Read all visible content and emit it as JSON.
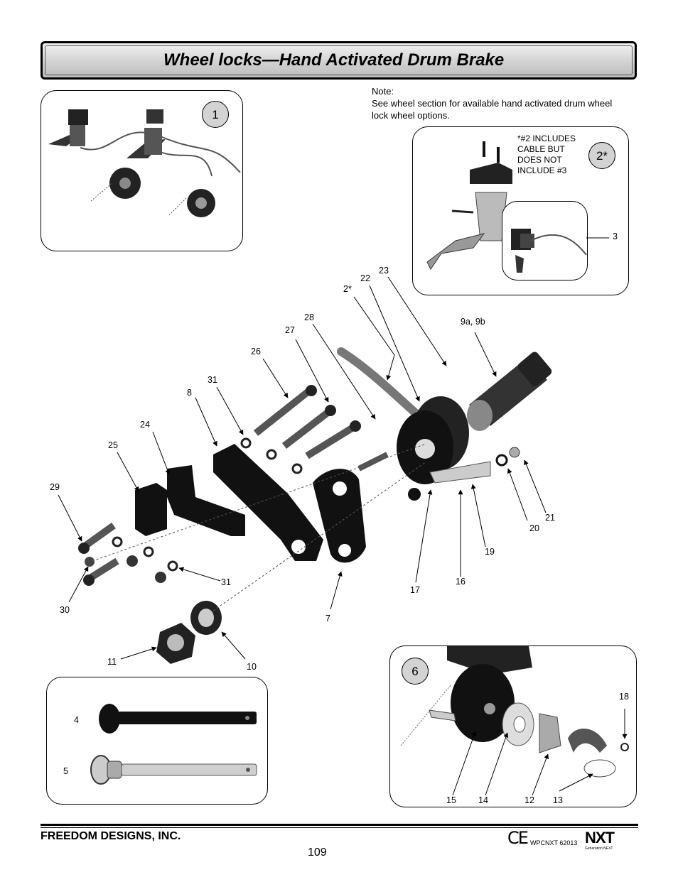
{
  "title": "Wheel locks—Hand Activated Drum Brake",
  "note": {
    "heading": "Note:",
    "body": "See wheel section for available hand activated  drum wheel lock wheel options."
  },
  "panels": {
    "p1_badge": "1",
    "p2_badge": "2*",
    "p2_note": "*#2 INCLUDES CABLE BUT DOES NOT INCLUDE #3",
    "p2_callout": "3",
    "p6_badge": "6",
    "p6_callouts": [
      "18",
      "15",
      "14",
      "12",
      "13"
    ],
    "axle_callouts": [
      "4",
      "5"
    ]
  },
  "callouts": {
    "c23": "23",
    "c22": "22",
    "c2s": "2*",
    "c28": "28",
    "c27": "27",
    "c26": "26",
    "c31a": "31",
    "c8": "8",
    "c24": "24",
    "c25": "25",
    "c29": "29",
    "c9": "9a, 9b",
    "c21": "21",
    "c20": "20",
    "c19": "19",
    "c16": "16",
    "c17": "17",
    "c31b": "31",
    "c30": "30",
    "c7": "7",
    "c11": "11",
    "c10": "10"
  },
  "footer": {
    "company": "FREEDOM DESIGNS, INC.",
    "page": "109",
    "ce": "CE",
    "code": "WPCNXT 62013",
    "logo": "NXT",
    "logo_sub": "Generation NEXT"
  }
}
